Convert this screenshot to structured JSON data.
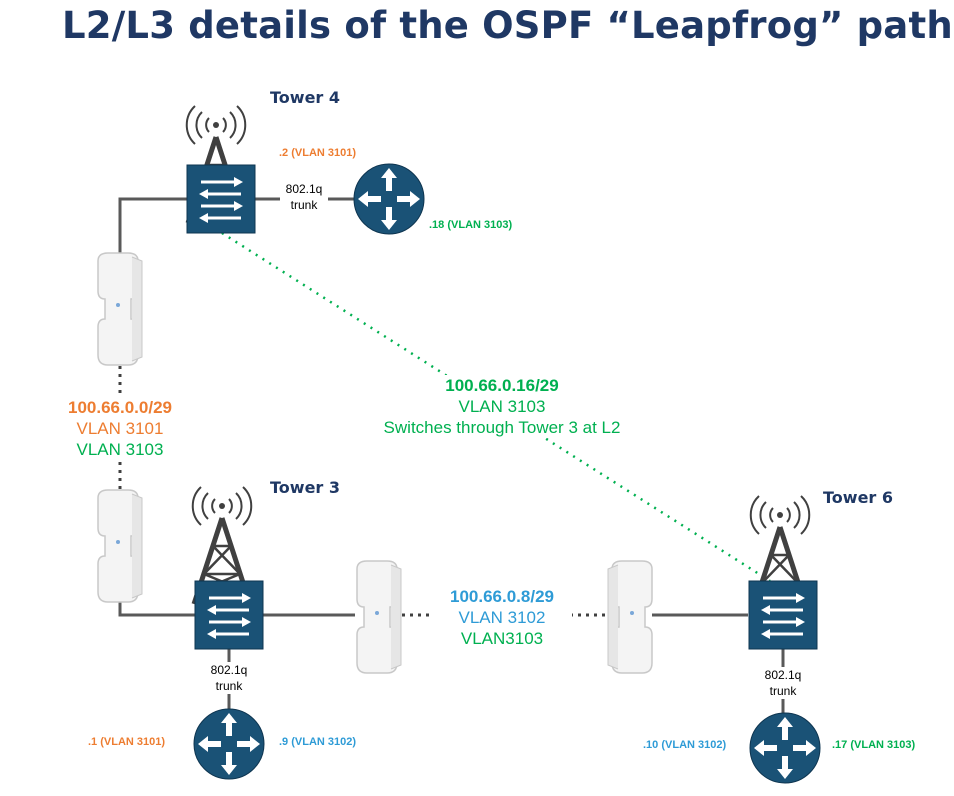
{
  "title": "L2/L3 details of the OSPF “Leapfrog” path",
  "towers": {
    "t4": "Tower 4",
    "t3": "Tower 3",
    "t6": "Tower 6"
  },
  "trunk": {
    "line1": "802.1q",
    "line2": "trunk"
  },
  "interfaces": {
    "t4_vlan3101": ".2 (VLAN 3101)",
    "t4_vlan3103": ".18 (VLAN 3103)",
    "t3_vlan3101": ".1 (VLAN 3101)",
    "t3_vlan3102": ".9 (VLAN 3102)",
    "t6_vlan3102": ".10 (VLAN 3102)",
    "t6_vlan3103": ".17 (VLAN 3103)"
  },
  "links": {
    "left": {
      "subnet": "100.66.0.0/29",
      "vlan_a": "VLAN 3101",
      "vlan_b": "VLAN 3103"
    },
    "diag": {
      "subnet": "100.66.0.16/29",
      "vlan": "VLAN 3103",
      "note": "Switches through Tower 3 at L2"
    },
    "bottom": {
      "subnet": "100.66.0.8/29",
      "vlan_a": "VLAN 3102",
      "vlan_b": "VLAN3103"
    }
  },
  "colors": {
    "title": "#1f3864",
    "device": "#1a5276",
    "orange": "#ed7d31",
    "green": "#00b050",
    "blue": "#2e9bd6"
  }
}
